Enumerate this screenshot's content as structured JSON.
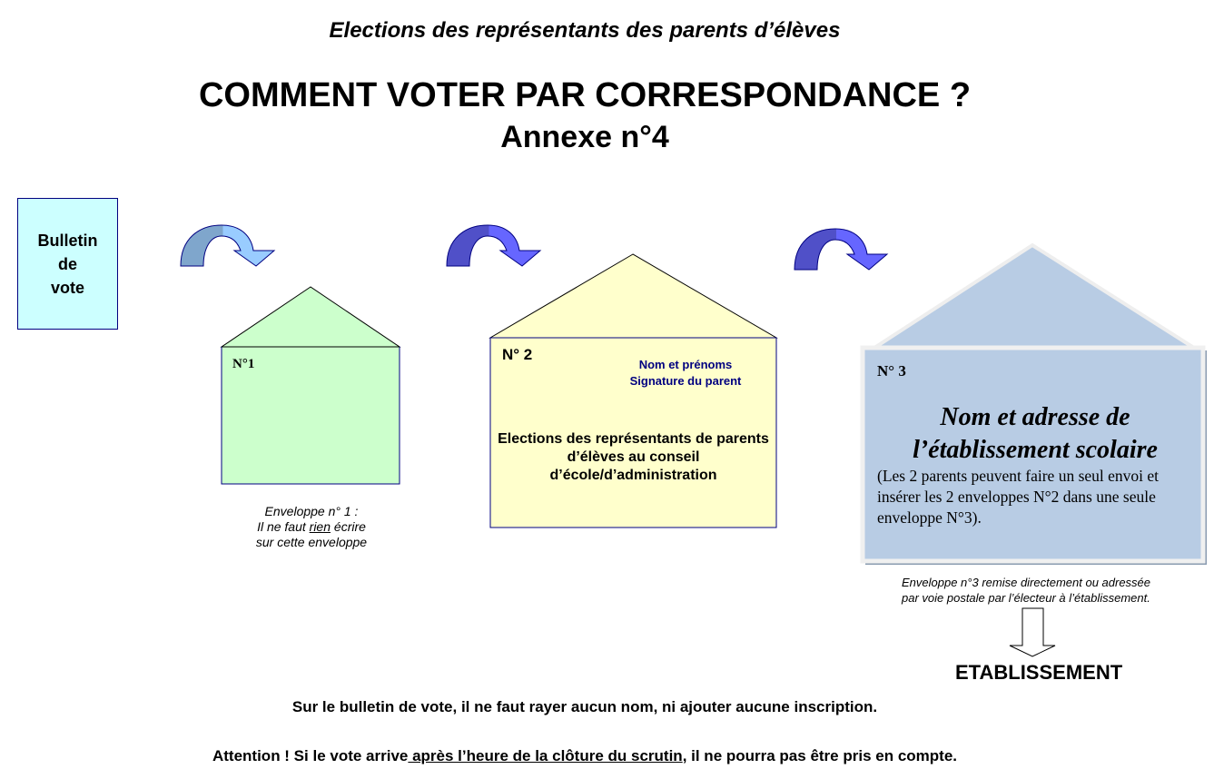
{
  "header": {
    "subtitle": "Elections des représentants des parents d’élèves",
    "title": "COMMENT VOTER PAR CORRESPONDANCE ?",
    "annexe": "Annexe n°4"
  },
  "bulletin": {
    "line1": "Bulletin",
    "line2": "de",
    "line3": "vote"
  },
  "envelope1": {
    "label": "N°1",
    "caption_line1": "Enveloppe n° 1 :",
    "caption_pre": "Il ne faut ",
    "caption_underlined": "rien",
    "caption_post": " écrire",
    "caption_line3": "sur cette enveloppe"
  },
  "envelope2": {
    "label": "N° 2",
    "name_line1": "Nom et prénoms",
    "name_line2": "Signature du parent",
    "body": "Elections  des représentants de parents d’élèves au conseil d’école/d’administration"
  },
  "envelope3": {
    "label": "N° 3",
    "title_line1": "Nom et adresse de",
    "title_line2": "l’établissement scolaire",
    "note": "(Les 2 parents peuvent faire un seul envoi et insérer les 2 enveloppes N°2 dans une seule enveloppe N°3).",
    "caption": "Enveloppe n°3 remise directement ou adressée par voie postale par l’électeur à l’établissement."
  },
  "destination": "ETABLISSEMENT",
  "footer": {
    "line1": "Sur le bulletin de vote, il ne faut rayer aucun nom, ni ajouter aucune inscription.",
    "line2_pre": "Attention ! Si le vote arrive",
    "line2_underlined": " après l’heure de la clôture du scrutin",
    "line2_post": ", il ne pourra pas être pris en compte."
  },
  "colors": {
    "bulletin": "#ccffff",
    "envelope1": "#ccffcc",
    "envelope2": "#ffffcc",
    "envelope3": "#b8cce4",
    "arrow1": "#99ccff",
    "arrow2": "#6666ff"
  }
}
